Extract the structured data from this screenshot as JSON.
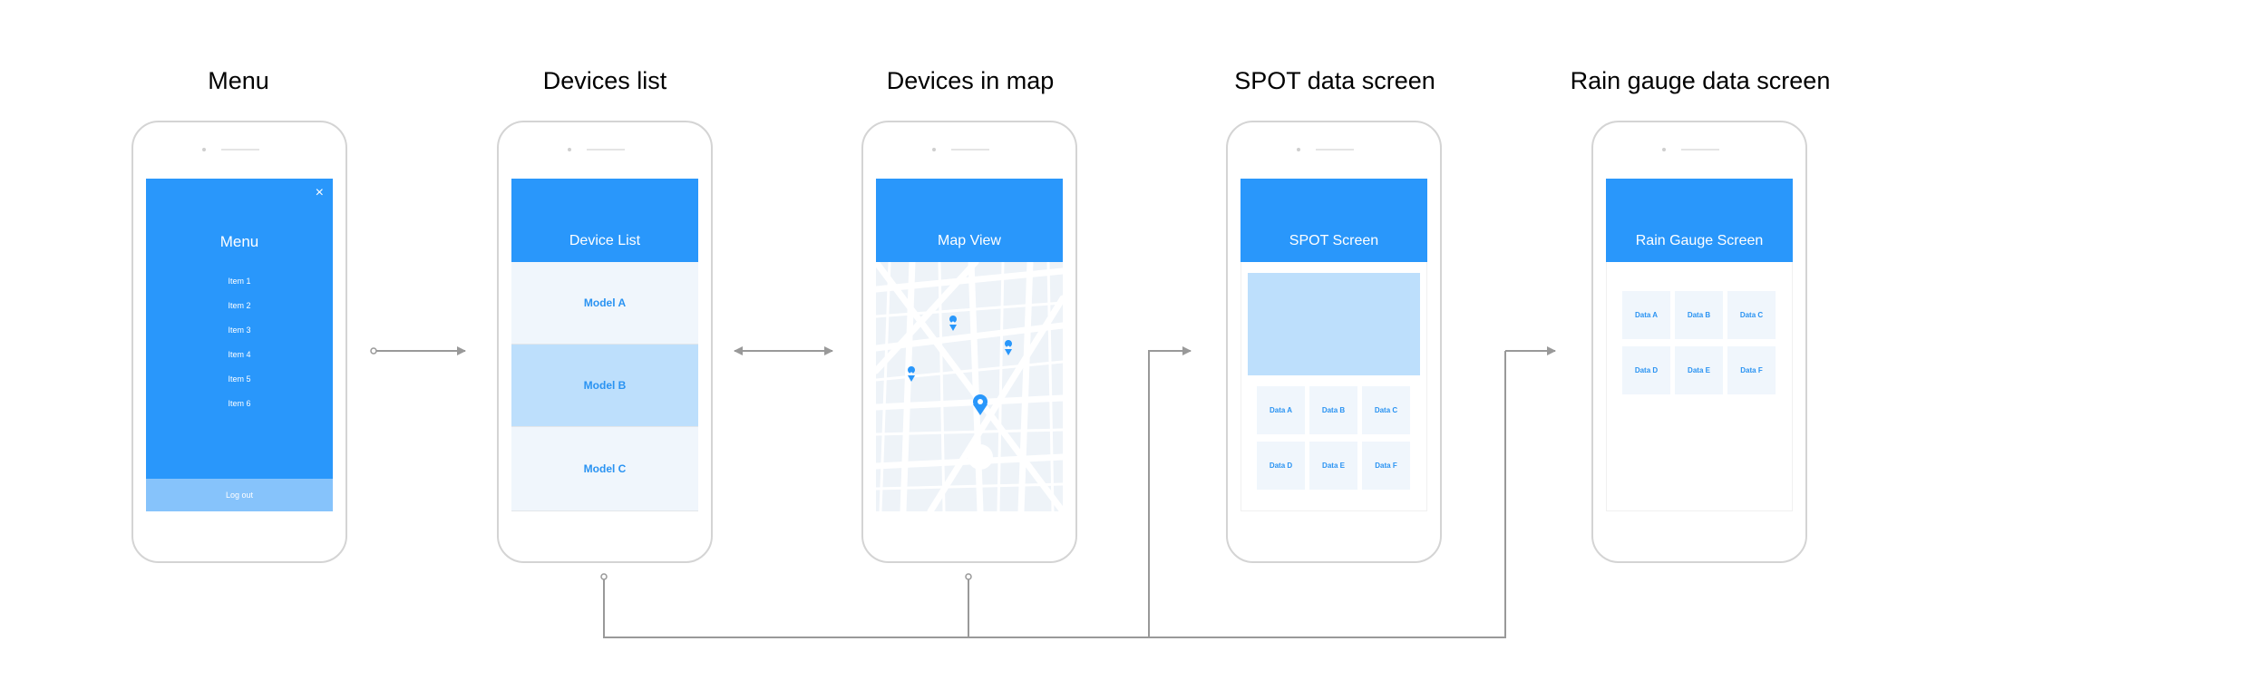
{
  "titles": {
    "menu": "Menu",
    "devices_list": "Devices list",
    "devices_map": "Devices in map",
    "spot": "SPOT data screen",
    "rain": "Rain gauge data screen"
  },
  "menu_screen": {
    "title": "Menu",
    "close": "×",
    "items": [
      "Item 1",
      "Item 2",
      "Item 3",
      "Item 4",
      "Item 5",
      "Item 6"
    ],
    "logout": "Log out"
  },
  "list_screen": {
    "title": "Device List",
    "rows": [
      "Model A",
      "Model B",
      "Model C"
    ]
  },
  "map_screen": {
    "title": "Map View"
  },
  "spot_screen": {
    "title": "SPOT Screen",
    "cells": [
      "Data A",
      "Data B",
      "Data C",
      "Data D",
      "Data E",
      "Data F"
    ]
  },
  "rain_screen": {
    "title": "Rain Gauge Screen",
    "cells": [
      "Data A",
      "Data B",
      "Data C",
      "Data D",
      "Data E",
      "Data F"
    ]
  },
  "colors": {
    "accent": "#2997fb",
    "selected_row": "#bddffc",
    "row_bg": "#f0f6fc",
    "connector": "#999999"
  }
}
